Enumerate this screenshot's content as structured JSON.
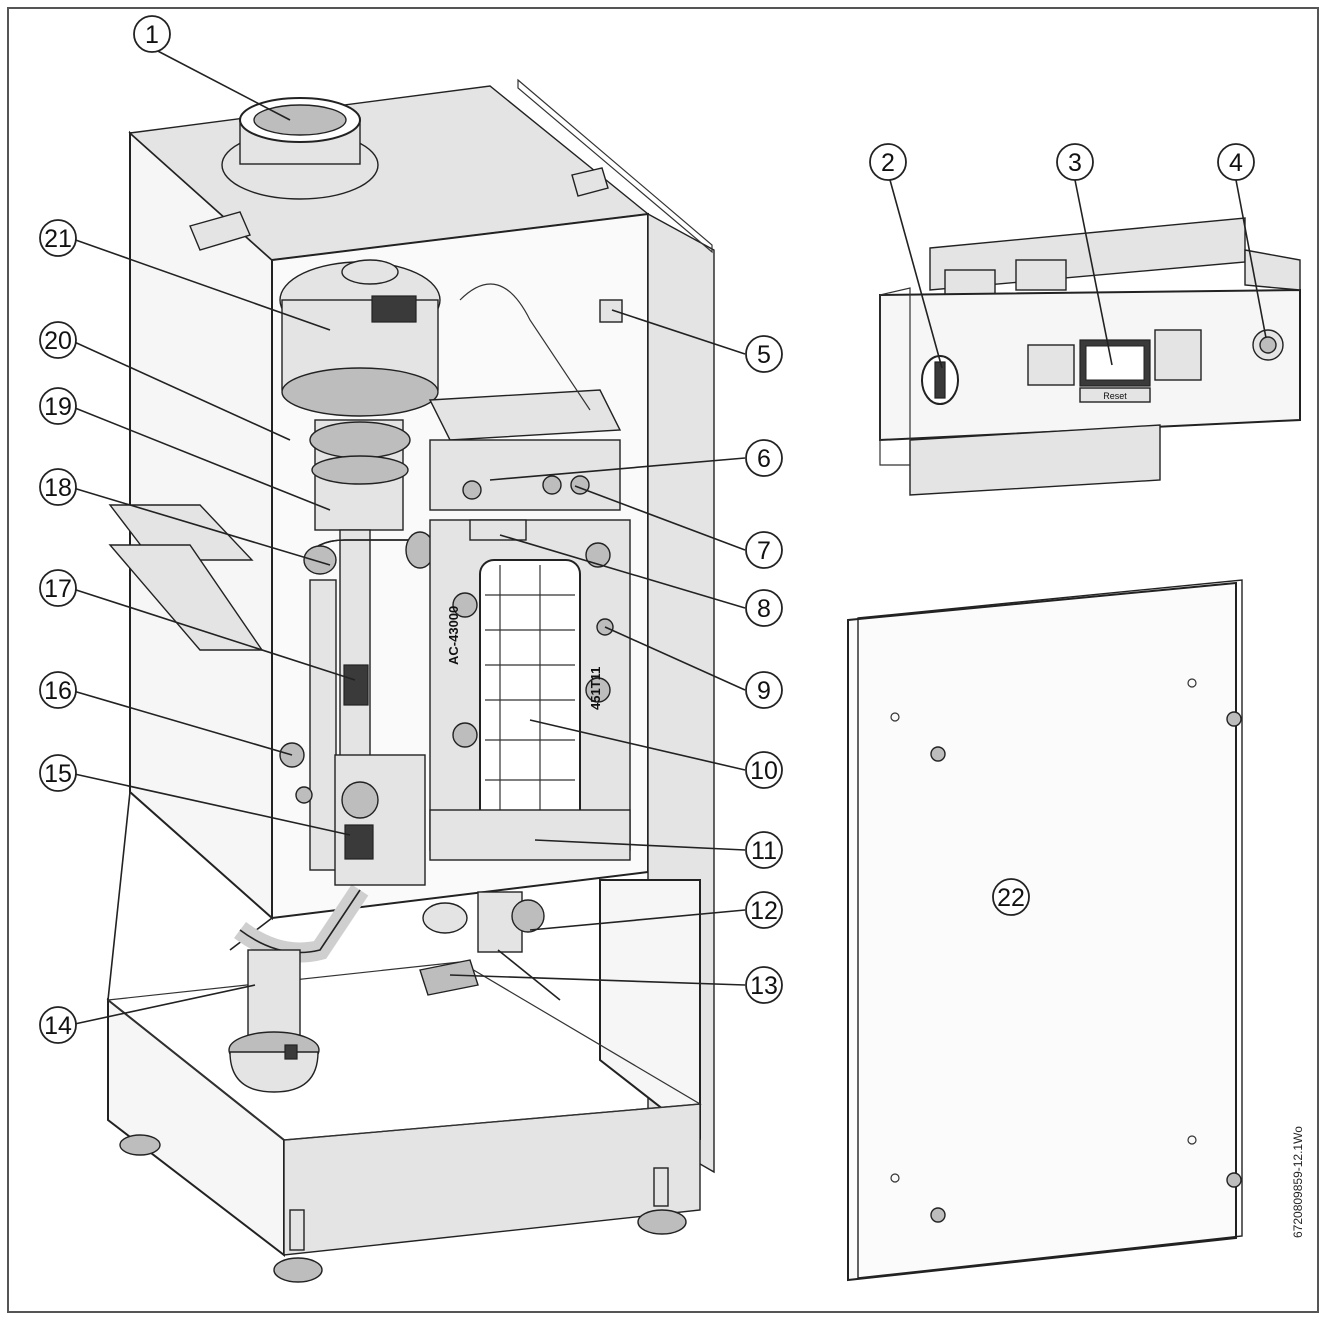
{
  "figure": {
    "reference_code": "6720809859-12.1Wo"
  },
  "callouts": [
    "1",
    "2",
    "3",
    "4",
    "5",
    "6",
    "7",
    "8",
    "9",
    "10",
    "11",
    "12",
    "13",
    "14",
    "15",
    "16",
    "17",
    "18",
    "19",
    "20",
    "21",
    "22"
  ],
  "component_markings": {
    "heat_exchanger_label": "AC-43000",
    "heat_exchanger_code": "451T11",
    "control_button": "Reset"
  },
  "colors": {
    "line": "#222222",
    "background": "#ffffff",
    "frame": "#555555"
  }
}
